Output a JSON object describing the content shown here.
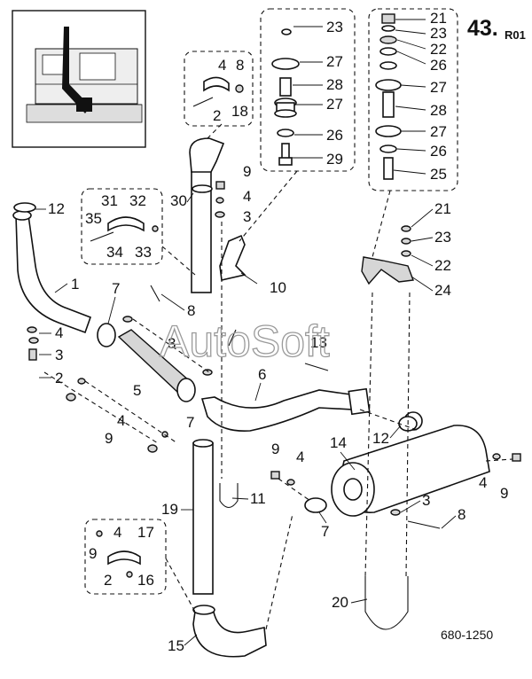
{
  "page": {
    "code": "43.",
    "code_sup": "R01",
    "drawing_number": "680-1250",
    "watermark": "AutoSoft"
  },
  "labels": {
    "box_top_center": [
      "23",
      "27",
      "28",
      "27",
      "26",
      "29"
    ],
    "box_top_right": [
      "21",
      "23",
      "22",
      "26",
      "27",
      "28",
      "27",
      "26",
      "25"
    ],
    "clamp_box": [
      "4",
      "8",
      "2",
      "18"
    ],
    "clamp_box_31": [
      "31",
      "32",
      "35",
      "34",
      "33"
    ],
    "clamp_box_bottom": [
      "9",
      "4",
      "17",
      "2",
      "16"
    ],
    "misc": {
      "l12a": "12",
      "l1": "1",
      "l4a": "4",
      "l3a": "3",
      "l2a": "2",
      "l7a": "7",
      "l8": "8",
      "l3b": "3",
      "l5": "5",
      "l4b": "4",
      "l9a": "9",
      "l7b": "7",
      "l30": "30",
      "l9b": "9",
      "l4c": "4",
      "l3c": "3",
      "l10": "10",
      "l13": "13",
      "l6": "6",
      "l21": "21",
      "l23": "23",
      "l22": "22",
      "l24": "24",
      "l12b": "12",
      "l14": "14",
      "l9c": "9",
      "l4d": "4",
      "l11": "11",
      "l19": "19",
      "l7c": "7",
      "l3d": "3",
      "l8b": "8",
      "l4e": "4",
      "l9d": "9",
      "l20": "20",
      "l15": "15"
    }
  }
}
